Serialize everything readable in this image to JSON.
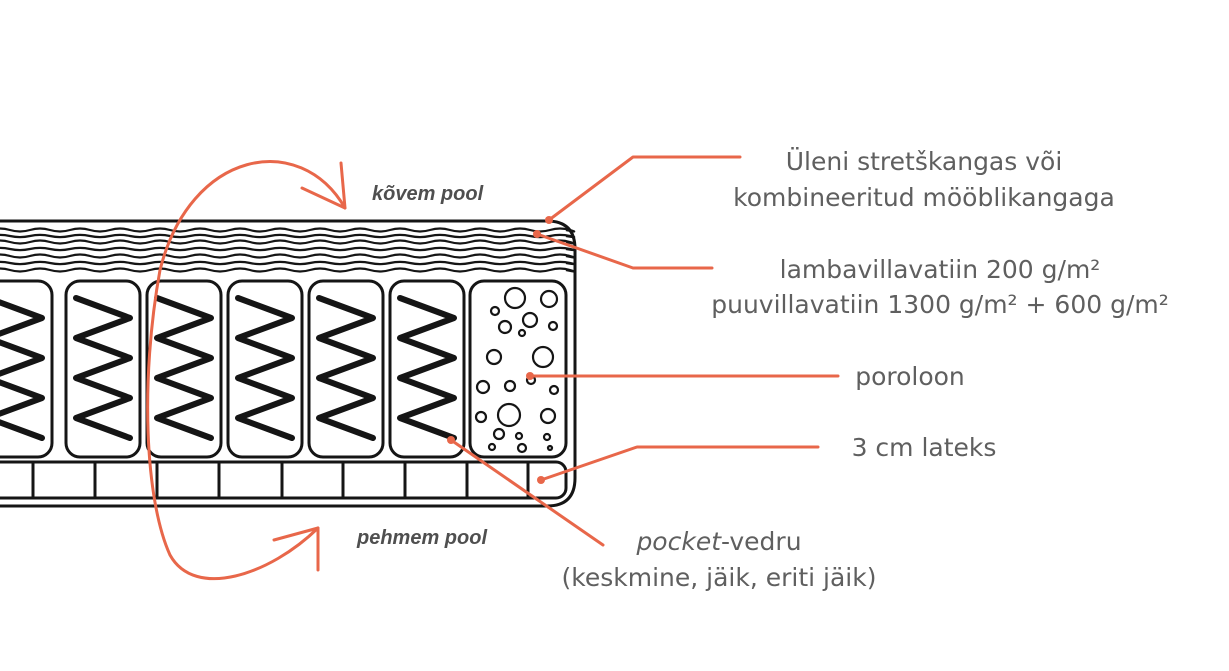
{
  "colors": {
    "accent": "#e8674a",
    "ink": "#151515",
    "text": "#5f5f5f",
    "side_text": "#4f4f4f"
  },
  "sides": {
    "top": "kõvem pool",
    "bottom": "pehmem pool"
  },
  "callouts": {
    "cover": {
      "line1": "Üleni stretškangas või",
      "line2": "kombineeritud mööblikangaga"
    },
    "wool": {
      "line1": "lambavillavatiin 200 g/m²",
      "line2": "puuvillavatiin 1300 g/m² + 600 g/m²"
    },
    "foam": {
      "line1": "poroloon"
    },
    "latex": {
      "line1": "3 cm lateks"
    },
    "spring": {
      "line1_em": "pocket",
      "line1_rest": "-vedru",
      "line2": "(keskmine, jäik, eriti jäik)"
    }
  }
}
